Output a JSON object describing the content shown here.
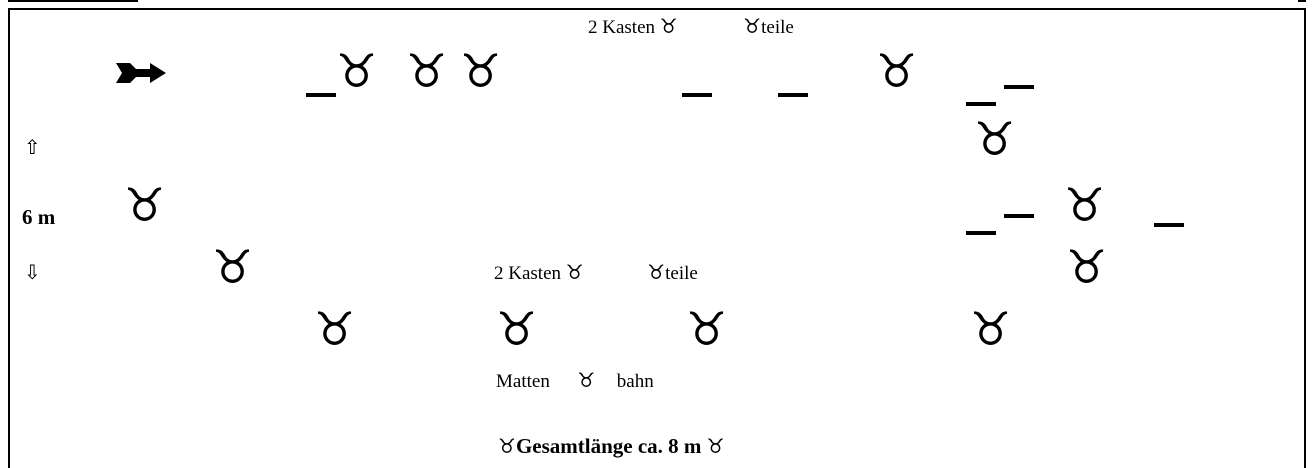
{
  "top_label": {
    "part1": "2 Kasten",
    "part2": "teile"
  },
  "middle_label": {
    "part1": "2 Kasten",
    "part2": "teile"
  },
  "mat_label": {
    "part1": "Matten",
    "part2": "bahn"
  },
  "height_label": "6 m",
  "footer_label": "Gesamtlänge ca. 8 m",
  "icons": {
    "taurus": "♉",
    "taurus_small": "♉",
    "up_arrow": "⇧",
    "down_arrow": "⇩",
    "direction_arrow": "➽"
  }
}
